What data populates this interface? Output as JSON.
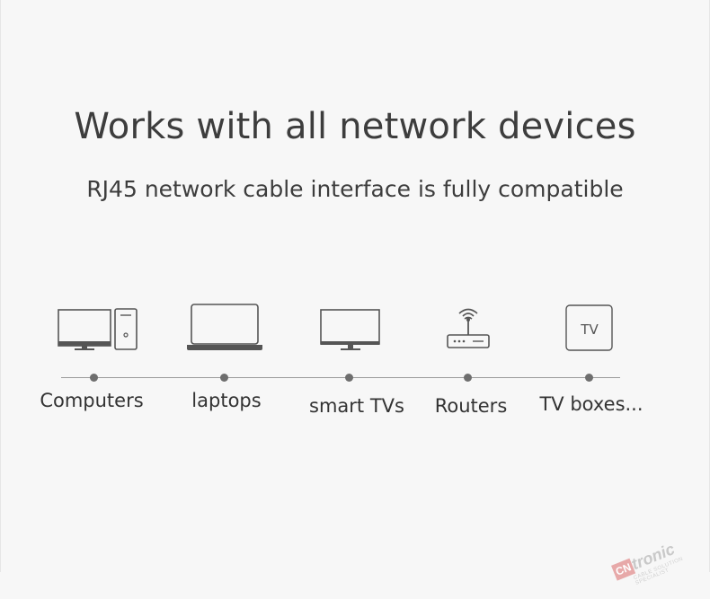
{
  "heading": {
    "title": "Works with all network devices",
    "subtitle": "RJ45 network cable interface is fully compatible"
  },
  "devices": [
    {
      "label": "Computers",
      "icon": "computer-icon"
    },
    {
      "label": "laptops",
      "icon": "laptop-icon"
    },
    {
      "label": "smart TVs",
      "icon": "smart-tv-icon"
    },
    {
      "label": "Routers",
      "icon": "router-icon"
    },
    {
      "label": "TV boxes...",
      "icon": "tv-box-icon"
    }
  ],
  "tvbox_icon_text": "TV",
  "watermark": {
    "mark": "CN",
    "brand": "tronic",
    "tagline": "CABLE SOLUTION SPECIALIST"
  },
  "colors": {
    "background": "#f7f7f7",
    "text": "#3d3d3d",
    "line": "#9a9a9a",
    "icon_stroke": "#555555"
  }
}
